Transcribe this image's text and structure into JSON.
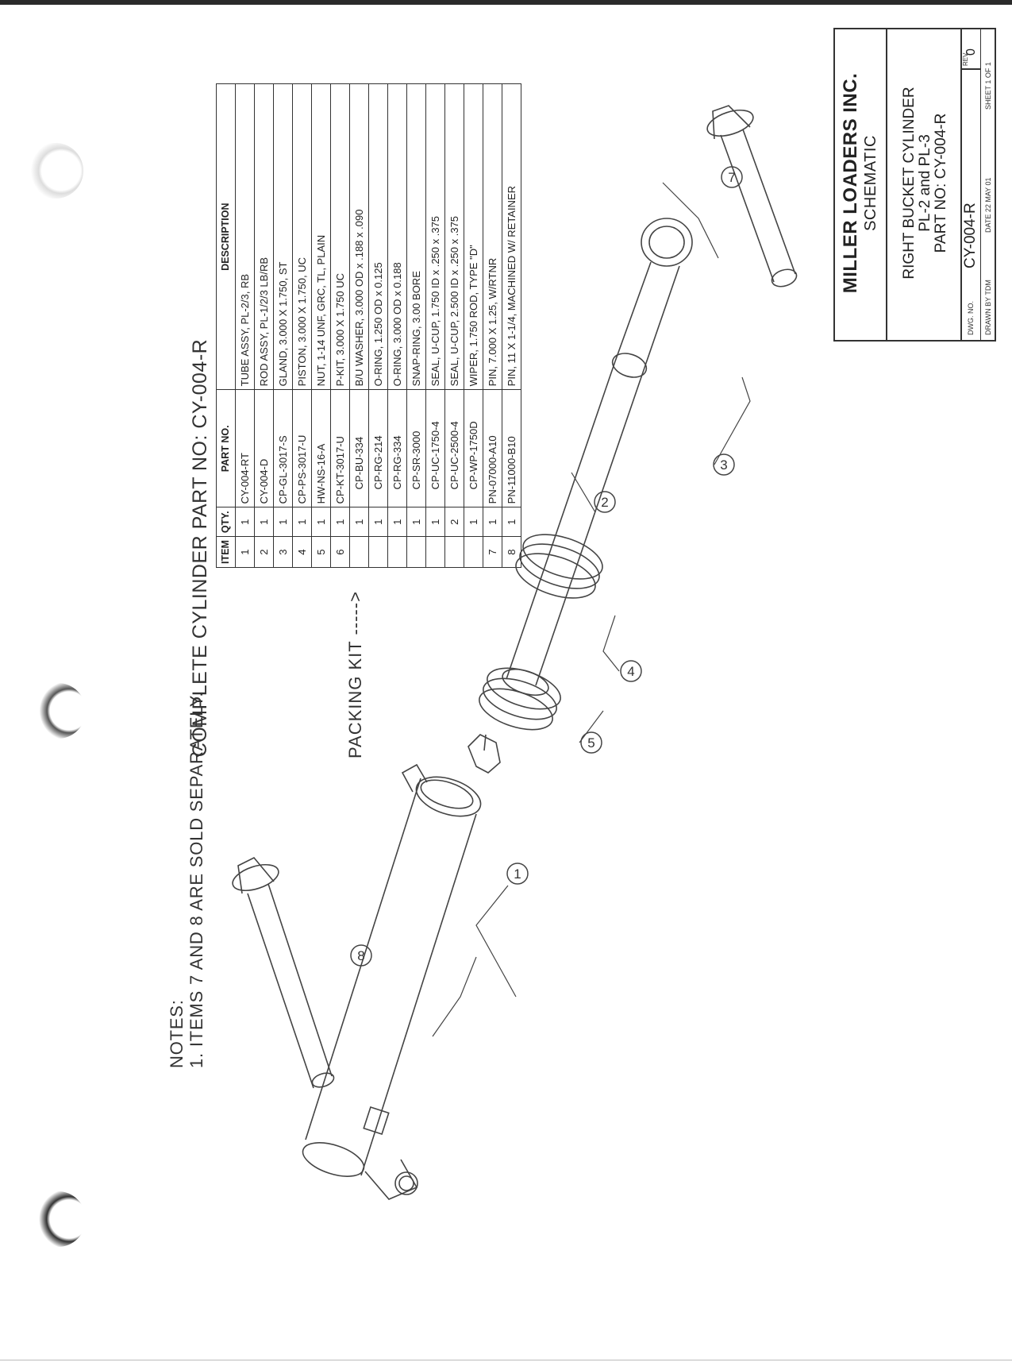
{
  "table": {
    "title": "COMPLETE CYLINDER PART NO: CY-004-R",
    "headers": {
      "item": "ITEM",
      "qty": "QTY.",
      "part": "PART NO.",
      "desc": "DESCRIPTION"
    },
    "rows": [
      {
        "item": "1",
        "qty": "1",
        "part": "CY-004-RT",
        "desc": "TUBE ASSY, PL-2/3, RB"
      },
      {
        "item": "2",
        "qty": "1",
        "part": "CY-004-D",
        "desc": "ROD ASSY, PL-1/2/3 LB/RB"
      },
      {
        "item": "3",
        "qty": "1",
        "part": "CP-GL-3017-S",
        "desc": "GLAND, 3.000 X 1.750, ST"
      },
      {
        "item": "4",
        "qty": "1",
        "part": "CP-PS-3017-U",
        "desc": "PISTON, 3.000 X 1.750, UC"
      },
      {
        "item": "5",
        "qty": "1",
        "part": "HW-NS-16-A",
        "desc": "NUT, 1-14 UNF, GRC, TL, PLAIN"
      },
      {
        "item": "6",
        "qty": "1",
        "part": "CP-KT-3017-U",
        "desc": "P-KIT, 3.000 X 1.750 UC"
      },
      {
        "item": "",
        "qty": "1",
        "part": "CP-BU-334",
        "desc": "B/U WASHER, 3.000 OD x .188 x .090"
      },
      {
        "item": "",
        "qty": "1",
        "part": "CP-RG-214",
        "desc": "O-RING, 1.250 OD x 0.125"
      },
      {
        "item": "",
        "qty": "1",
        "part": "CP-RG-334",
        "desc": "O-RING, 3.000 OD x 0.188"
      },
      {
        "item": "",
        "qty": "1",
        "part": "CP-SR-3000",
        "desc": "SNAP-RING, 3.00 BORE"
      },
      {
        "item": "",
        "qty": "1",
        "part": "CP-UC-1750-4",
        "desc": "SEAL, U-CUP, 1.750 ID x .250 x .375"
      },
      {
        "item": "",
        "qty": "2",
        "part": "CP-UC-2500-4",
        "desc": "SEAL, U-CUP, 2.500 ID x .250 x .375"
      },
      {
        "item": "",
        "qty": "1",
        "part": "CP-WP-1750D",
        "desc": "WIPER, 1.750 ROD, TYPE \"D\""
      },
      {
        "item": "7",
        "qty": "1",
        "part": "PN-07000-A10",
        "desc": "PIN, 7.000 X 1.25, W/RTNR"
      },
      {
        "item": "8",
        "qty": "1",
        "part": "PN-11000-B10",
        "desc": "PIN, 11 X 1-1/4, MACHINED W/ RETAINER"
      }
    ]
  },
  "packing_kit_label": "PACKING KIT ----->",
  "balloons": [
    "1",
    "2",
    "3",
    "4",
    "5",
    "7",
    "8"
  ],
  "notes": {
    "heading": "NOTES:",
    "items": [
      "1. ITEMS 7 AND 8 ARE SOLD SEPARATELY."
    ]
  },
  "title_block": {
    "company": "MILLER LOADERS INC.",
    "subtitle": "SCHEMATIC",
    "description": [
      "RIGHT BUCKET CYLINDER",
      "PL-2 and PL-3",
      "PART NO: CY-004-R"
    ],
    "dwg_label": "DWG. NO.",
    "dwg_no": "CY-004-R",
    "rev_label": "REV.",
    "rev": "0",
    "drawn_by": "DRAWN BY  TDM",
    "date": "DATE   22 MAY 01",
    "sheet": "SHEET 1  OF  1"
  }
}
